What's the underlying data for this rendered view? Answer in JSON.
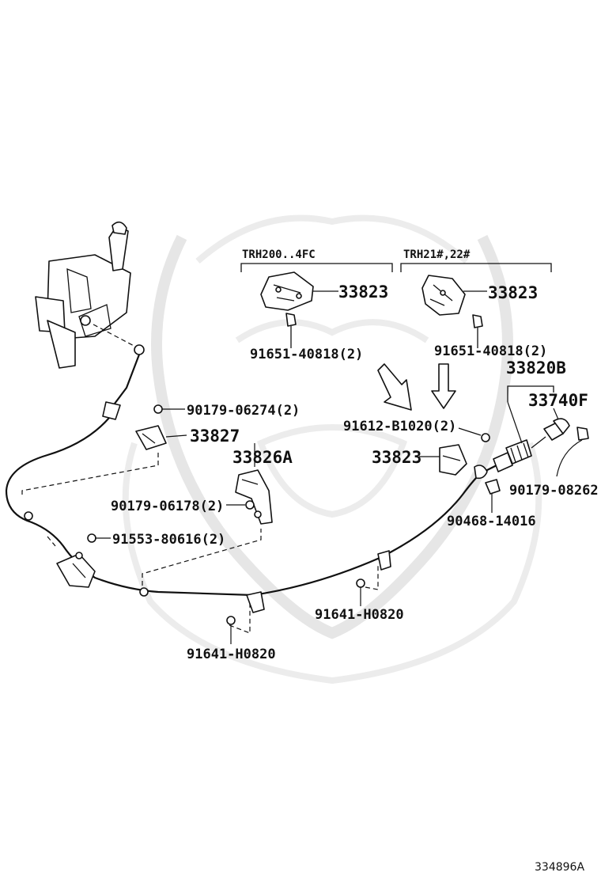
{
  "groups": {
    "left_header": "TRH200..4FC",
    "right_header": "TRH21#,22#"
  },
  "parts": {
    "p33823_left": "33823",
    "p91651_left": "91651-40818(2)",
    "p33823_right": "33823",
    "p91651_right": "91651-40818(2)",
    "p33820B": "33820B",
    "p33740F": "33740F",
    "p90179_06274": "90179-06274(2)",
    "p33827": "33827",
    "p91612": "91612-B1020(2)",
    "p33823_lower": "33823",
    "p33826A": "33826A",
    "p90179_06178": "90179-06178(2)",
    "p90179_08262": "90179-08262",
    "p90468": "90468-14016",
    "p91553": "91553-80616(2)",
    "p91641_right": "91641-H0820",
    "p91641_bottom": "91641-H0820"
  },
  "diagram_ref": "334896A"
}
